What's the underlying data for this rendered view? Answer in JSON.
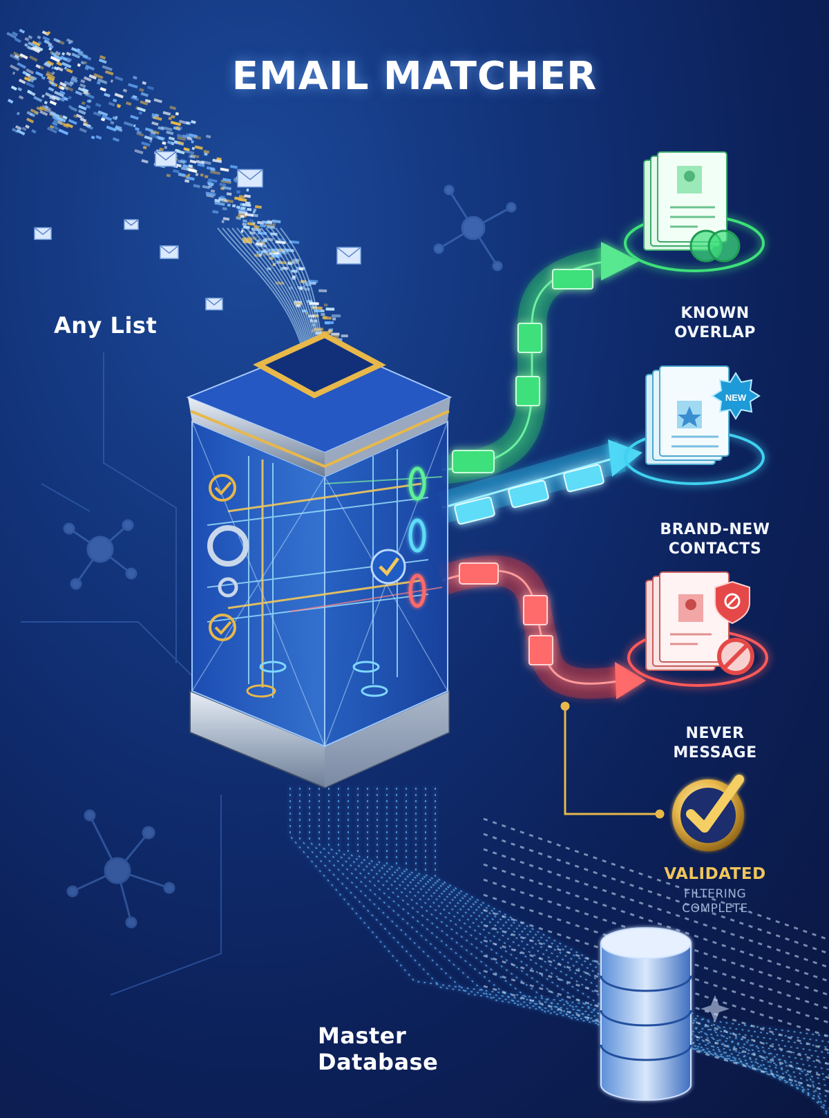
{
  "title": "EMAIL MATCHER",
  "input_label": "Any List",
  "outputs": [
    {
      "label": "KNOWN\nOVERLAP",
      "color": "#3ee07a",
      "icon": "contact-cards-overlap-icon"
    },
    {
      "label": "BRAND-NEW\nCONTACTS",
      "color": "#3fd0f0",
      "icon": "contact-cards-new-badge-icon",
      "badge": "NEW"
    },
    {
      "label": "NEVER\nMESSAGE",
      "color": "#ff5a5a",
      "icon": "contact-cards-blocked-icon"
    }
  ],
  "validated": {
    "label": "VALIDATED",
    "sub": "FILTERING\nCOMPLETE",
    "color": "#e8b84a",
    "icon": "gold-checkmark-icon"
  },
  "database_label": "Master\nDatabase",
  "colors": {
    "background": "#0c215a",
    "gold": "#e8b84a",
    "green": "#3ee07a",
    "cyan": "#3fd0f0",
    "red": "#ff5a5a"
  }
}
